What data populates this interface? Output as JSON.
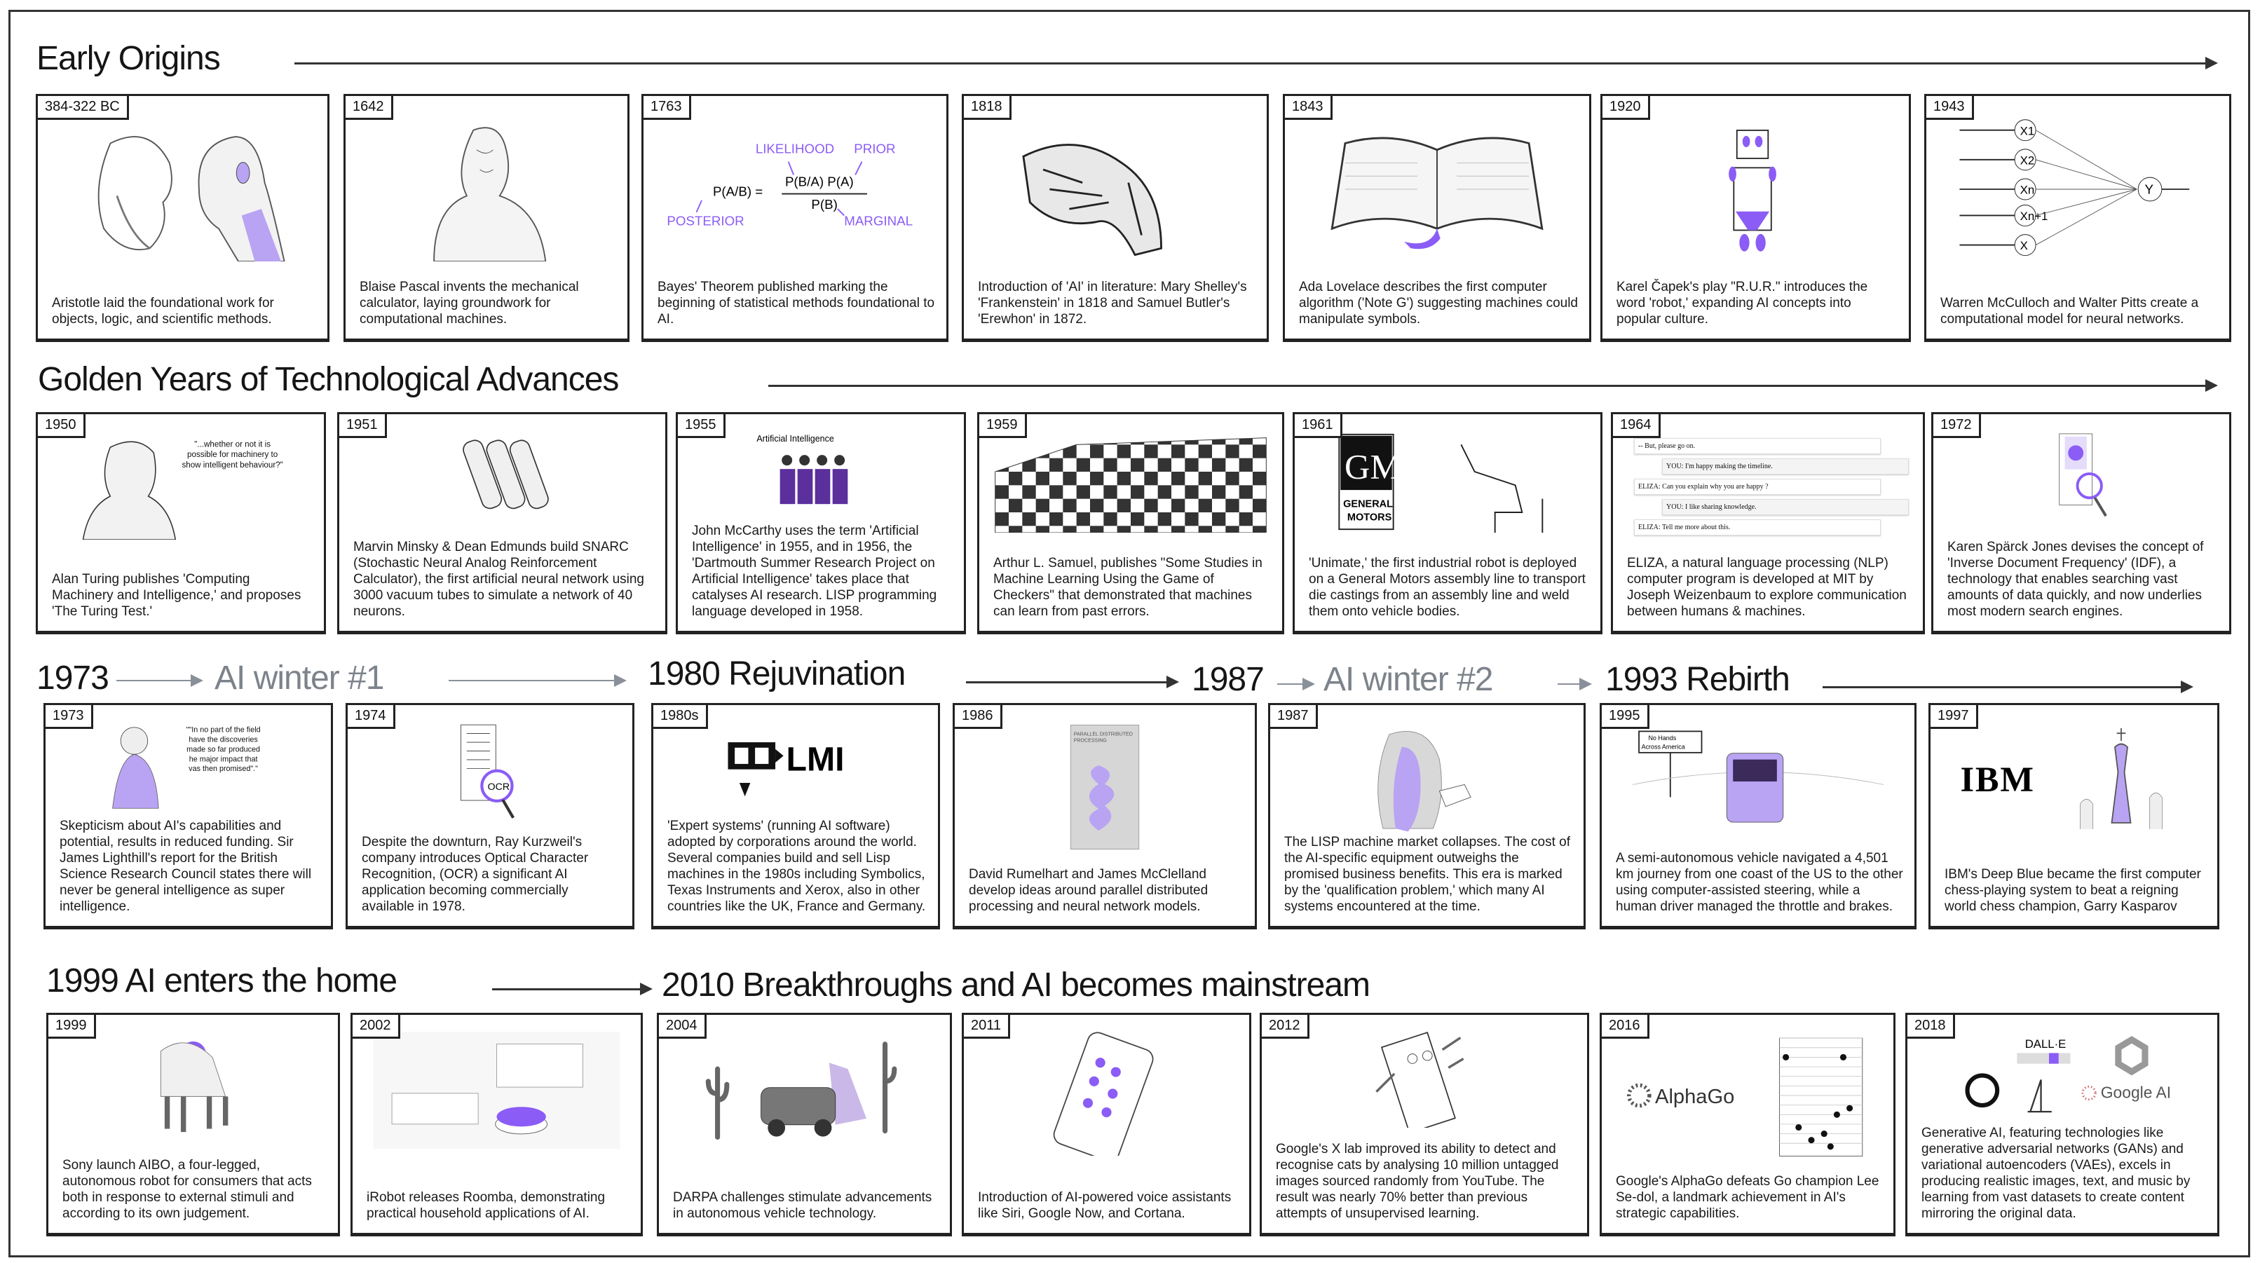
{
  "headings": {
    "early_origins": "Early Origins",
    "golden_years": "Golden Years of Technological Advances",
    "row3": [
      "1973",
      "AI winter #1",
      "1980  Rejuvination",
      "1987",
      "AI winter #2",
      "1993 Rebirth"
    ],
    "row4": [
      "1999 AI enters the home",
      "2010 Breakthroughs and AI becomes mainstream"
    ]
  },
  "colors": {
    "accent": "#8b5cf6",
    "accent_light": "#b9a3f3",
    "ink": "#222222",
    "muted": "#7d838b"
  },
  "cards": [
    {
      "year": "384-322 BC",
      "description": "Aristotle laid the foundational work for objects, logic, and scientific methods.",
      "art": {}
    },
    {
      "year": "1642",
      "description": "Blaise Pascal invents the mechanical calculator, laying groundwork for computational machines.",
      "art": {}
    },
    {
      "year": "1763",
      "description": "Bayes' Theorem published marking the beginning of statistical methods foundational to AI.",
      "art": {
        "likelihood": "LIKELIHOOD",
        "prior": "PRIOR",
        "posterior": "POSTERIOR",
        "marginal": "MARGINAL",
        "lhs": "P(A/B) =",
        "numerator": "P(B/A) P(A)",
        "denominator": "P(B)"
      }
    },
    {
      "year": "1818",
      "description": "Introduction of 'AI' in literature: Mary Shelley's 'Frankenstein' in 1818 and Samuel Butler's 'Erewhon' in 1872.",
      "art": {}
    },
    {
      "year": "1843",
      "description": "Ada Lovelace describes the first computer algorithm ('Note G') suggesting machines could manipulate symbols.",
      "art": {}
    },
    {
      "year": "1920",
      "description": "Karel Čapek's play \"R.U.R.\" introduces the word 'robot,' expanding AI concepts into popular culture.",
      "art": {}
    },
    {
      "year": "1943",
      "description": "Warren McCulloch and Walter Pitts create a computational model for neural networks.",
      "art": {
        "nodes": [
          "X1",
          "X2",
          "Xn",
          "Xn+1",
          "X"
        ],
        "output": "Y"
      }
    },
    {
      "year": "1950",
      "description": "Alan Turing publishes 'Computing Machinery and Intelligence,' and proposes 'The Turing Test.'",
      "art": {
        "quote": "\"...whether or not it is possible for machinery to show intelligent behaviour?\""
      }
    },
    {
      "year": "1951",
      "description": "Marvin Minsky & Dean Edmunds build SNARC (Stochastic Neural Analog Reinforcement Calculator), the first artificial neural network using 3000 vacuum tubes to simulate a network of 40 neurons.",
      "art": {}
    },
    {
      "year": "1955",
      "description": "John McCarthy uses the term 'Artificial Intelligence' in 1955, and in 1956, the 'Dartmouth Summer Research Project on Artificial Intelligence' takes place that catalyses AI research. LISP programming language developed in 1958.",
      "art": {
        "label": "Artificial Intelligence"
      }
    },
    {
      "year": "1959",
      "description": "Arthur L. Samuel, publishes \"Some Studies in Machine Learning Using the Game of Checkers\" that demonstrated that machines can learn from past errors.",
      "art": {}
    },
    {
      "year": "1961",
      "description": "'Unimate,' the first industrial robot is deployed on a General Motors assembly line to transport die castings from an assembly line and weld them onto vehicle bodies.",
      "art": {
        "logo": "GM",
        "logo_name_1": "GENERAL",
        "logo_name_2": "MOTORS"
      }
    },
    {
      "year": "1964",
      "description": "ELIZA, a natural language processing (NLP) computer program is developed at MIT by Joseph Weizenbaum to explore communication between humans & machines.",
      "art": {
        "chat": [
          "-- But, please go on.",
          "YOU: I'm happy making the timeline.",
          "ELIZA: Can you explain why you are happy ?",
          "YOU: I like sharing knowledge.",
          "ELIZA: Tell me more about this."
        ]
      }
    },
    {
      "year": "1972",
      "description": "Karen Spärck Jones devises the concept of 'Inverse Document Frequency' (IDF), a technology that enables searching vast amounts of data quickly, and now underlies most modern search engines.",
      "art": {}
    },
    {
      "year": "1973",
      "description": "Skepticism about AI's capabilities and potential, results in reduced funding. Sir James Lighthill's report for the British Science Research Council states there will never be general intelligence as super intelligence.",
      "art": {
        "quote": "\"\"In no part of the field have the discoveries made so far produced he major impact that vas then promised\".\""
      }
    },
    {
      "year": "1974",
      "description": "Despite the downturn, Ray Kurzweil's company introduces Optical Character Recognition, (OCR) a significant AI application becoming commercially available in 1978.",
      "art": {
        "label": "OCR"
      }
    },
    {
      "year": "1980s",
      "description": "'Expert systems' (running AI software) adopted by corporations around the world. Several companies build and sell Lisp machines in the 1980s including Symbolics, Texas Instruments and Xerox, also in other countries like the UK, France and Germany.",
      "art": {
        "logo": "LMI"
      }
    },
    {
      "year": "1986",
      "description": "David Rumelhart and James McClelland develop ideas around parallel distributed processing and neural network models.",
      "art": {
        "book_title_1": "PARALLEL DISTRIBUTED",
        "book_title_2": "PROCESSING"
      }
    },
    {
      "year": "1987",
      "description": "The LISP machine market collapses. The cost of the AI-specific equipment outweighs the promised business benefits. This era is marked by the 'qualification problem,' which many AI systems encountered at the time.",
      "art": {}
    },
    {
      "year": "1995",
      "description": "A semi-autonomous vehicle navigated a 4,501 km journey from one coast of the US to the other using computer-assisted steering, while a human driver managed the throttle and brakes.",
      "art": {
        "sign_1": "No Hands",
        "sign_2": "Across America"
      }
    },
    {
      "year": "1997",
      "description": "IBM's Deep Blue became the first computer chess-playing system to beat a reigning world chess champion, Garry Kasparov",
      "art": {
        "logo": "IBM"
      }
    },
    {
      "year": "1999",
      "description": "Sony launch AIBO, a four-legged, autonomous robot for consumers that acts both in response to external stimuli and according to its own judgement.",
      "art": {}
    },
    {
      "year": "2002",
      "description": "iRobot releases Roomba, demonstrating practical household applications of AI.",
      "art": {}
    },
    {
      "year": "2004",
      "description": "DARPA challenges stimulate advancements in autonomous vehicle technology.",
      "art": {}
    },
    {
      "year": "2011",
      "description": "Introduction of AI-powered voice assistants like Siri, Google Now, and Cortana.",
      "art": {}
    },
    {
      "year": "2012",
      "description": "Google's X lab improved its ability to detect and recognise cats by analysing 10 million untagged images sourced randomly from YouTube. The result was nearly 70% better than previous attempts of unsupervised learning.",
      "art": {}
    },
    {
      "year": "2016",
      "description": "Google's AlphaGo defeats Go champion Lee Se-dol, a landmark achievement in AI's strategic capabilities.",
      "art": {
        "logo": "AlphaGo"
      }
    },
    {
      "year": "2018",
      "description": "Generative AI, featuring technologies like generative adversarial networks (GANs) and variational autoencoders (VAEs), excels in producing realistic images, text, and music by learning from vast datasets to create content mirroring the original data.",
      "art": {
        "logo_dalle": "DALL·E",
        "logo_google": "Google AI"
      }
    }
  ]
}
